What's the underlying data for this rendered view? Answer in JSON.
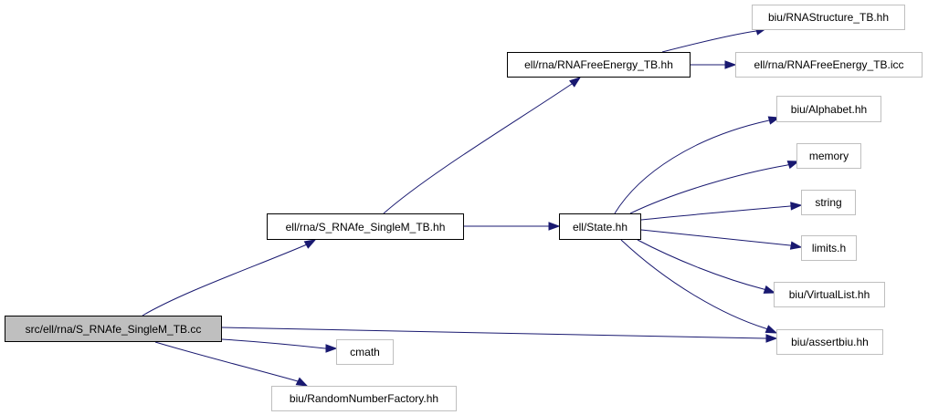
{
  "diagram": {
    "colors": {
      "edge": "#191970",
      "root_fill": "#bfbfbf",
      "documented_border": "#000000",
      "external_border": "#bfbfbf"
    },
    "nodes": {
      "root": "src/ell/rna/S_RNAfe_SingleM_TB.cc",
      "s_rnafe": "ell/rna/S_RNAfe_SingleM_TB.hh",
      "rnafree_hh": "ell/rna/RNAFreeEnergy_TB.hh",
      "rnastructure": "biu/RNAStructure_TB.hh",
      "rnafree_icc": "ell/rna/RNAFreeEnergy_TB.icc",
      "state": "ell/State.hh",
      "alphabet": "biu/Alphabet.hh",
      "memory": "memory",
      "string": "string",
      "limits": "limits.h",
      "virtuallist": "biu/VirtualList.hh",
      "assertbiu": "biu/assertbiu.hh",
      "cmath": "cmath",
      "randomfactory": "biu/RandomNumberFactory.hh"
    }
  }
}
